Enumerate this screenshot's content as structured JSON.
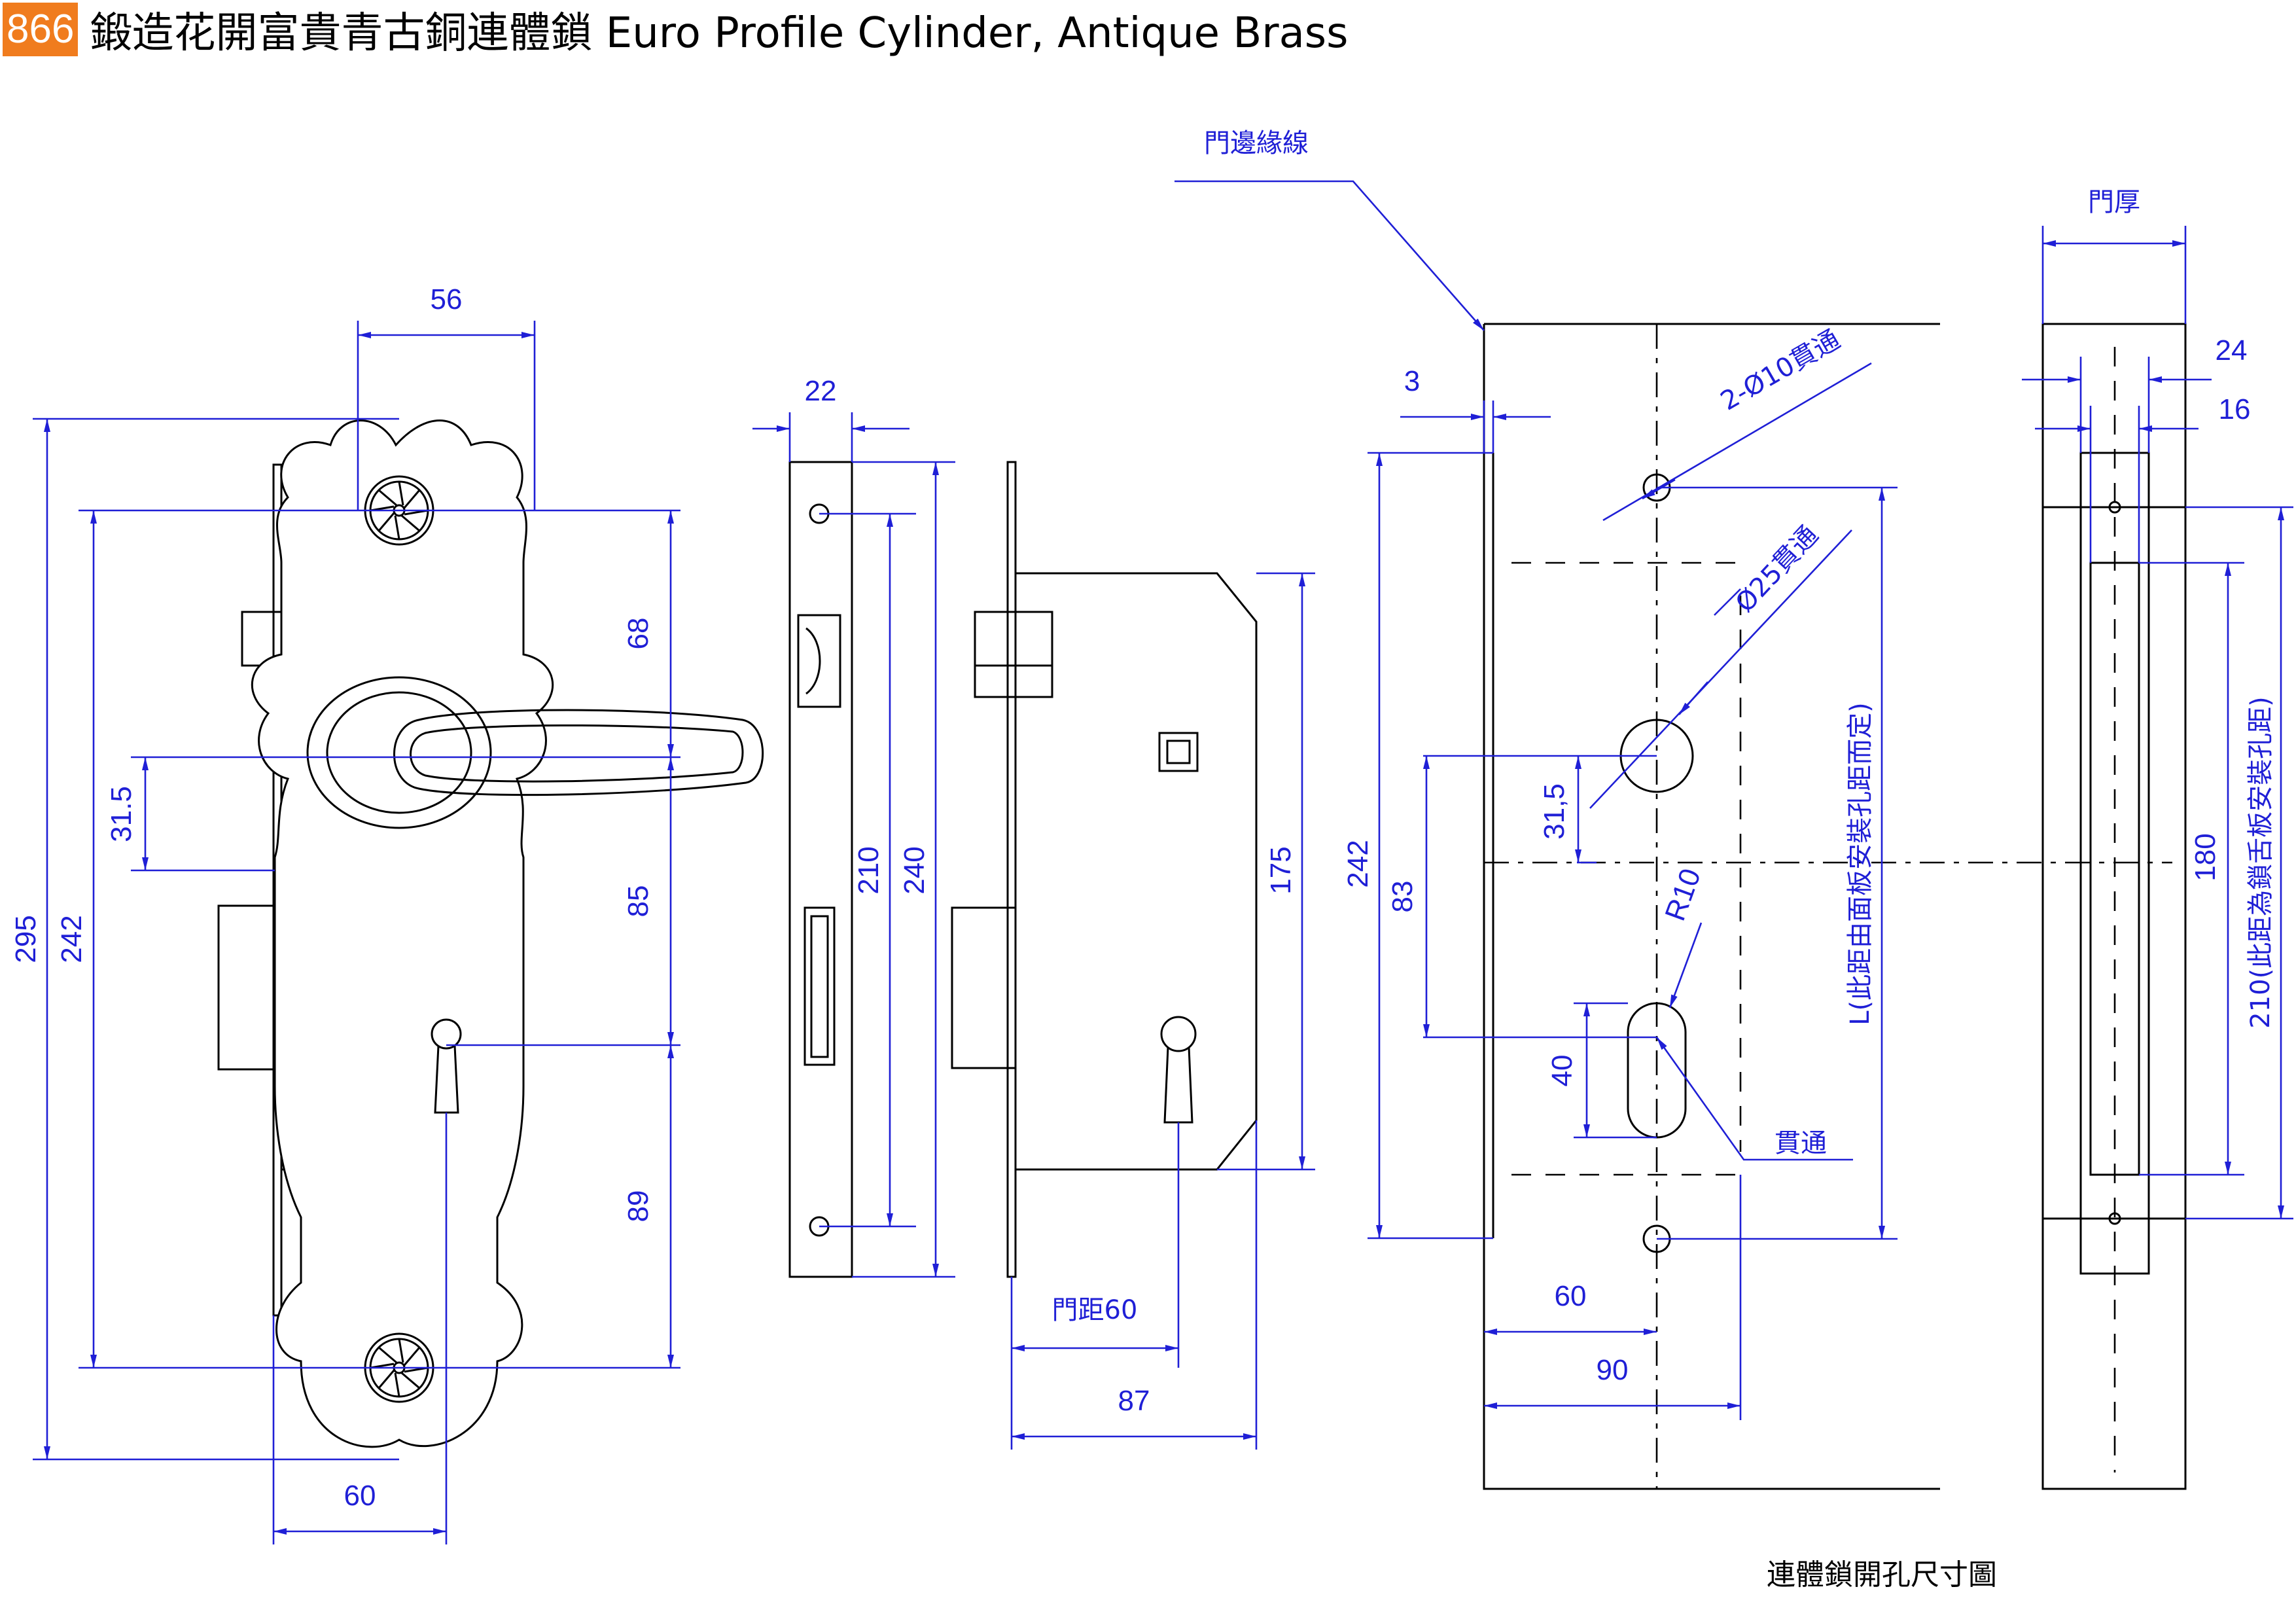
{
  "header": {
    "badge": "866",
    "title": "鍛造花開富貴青古銅連體鎖 Euro Profile Cylinder, Antique Brass"
  },
  "front_view": {
    "dim_top_width": "56",
    "dim_total_height": "295",
    "dim_rose_spacing": "242",
    "dim_handle_offset": "31.5",
    "dim_upper": "68",
    "dim_middle": "85",
    "dim_lower": "89",
    "dim_backset": "60"
  },
  "faceplate_view": {
    "dim_width": "22",
    "dim_screw_spacing": "210",
    "dim_length": "240"
  },
  "side_view": {
    "dim_body_height": "175",
    "dim_backset_label": "門距60",
    "dim_depth": "87"
  },
  "cutout_view": {
    "door_edge_label": "門邊緣線",
    "dim_edge_offset": "3",
    "dim_plate_height": "242",
    "label_through_holes": "2-Ø10貫通",
    "label_hole_25": "Ø25貫通",
    "dim_hole_offset": "31,5",
    "dim_hole_to_slot": "83",
    "label_radius": "R10",
    "dim_slot_height": "40",
    "label_through": "貫通",
    "label_l_note": "L(此距由面板安裝孔距而定)",
    "dim_backset_60": "60",
    "dim_depth_90": "90"
  },
  "edge_view": {
    "label_door_thickness": "門厚",
    "dim_24": "24",
    "dim_16": "16",
    "dim_180": "180",
    "label_210_note": "210(此距為鎖舌板安裝孔距)"
  },
  "footer": {
    "caption": "連體鎖開孔尺寸圖"
  },
  "colors": {
    "badge_bg": "#f07c1e",
    "dimension_blue": "#1f1fd6",
    "outline": "#000000"
  }
}
